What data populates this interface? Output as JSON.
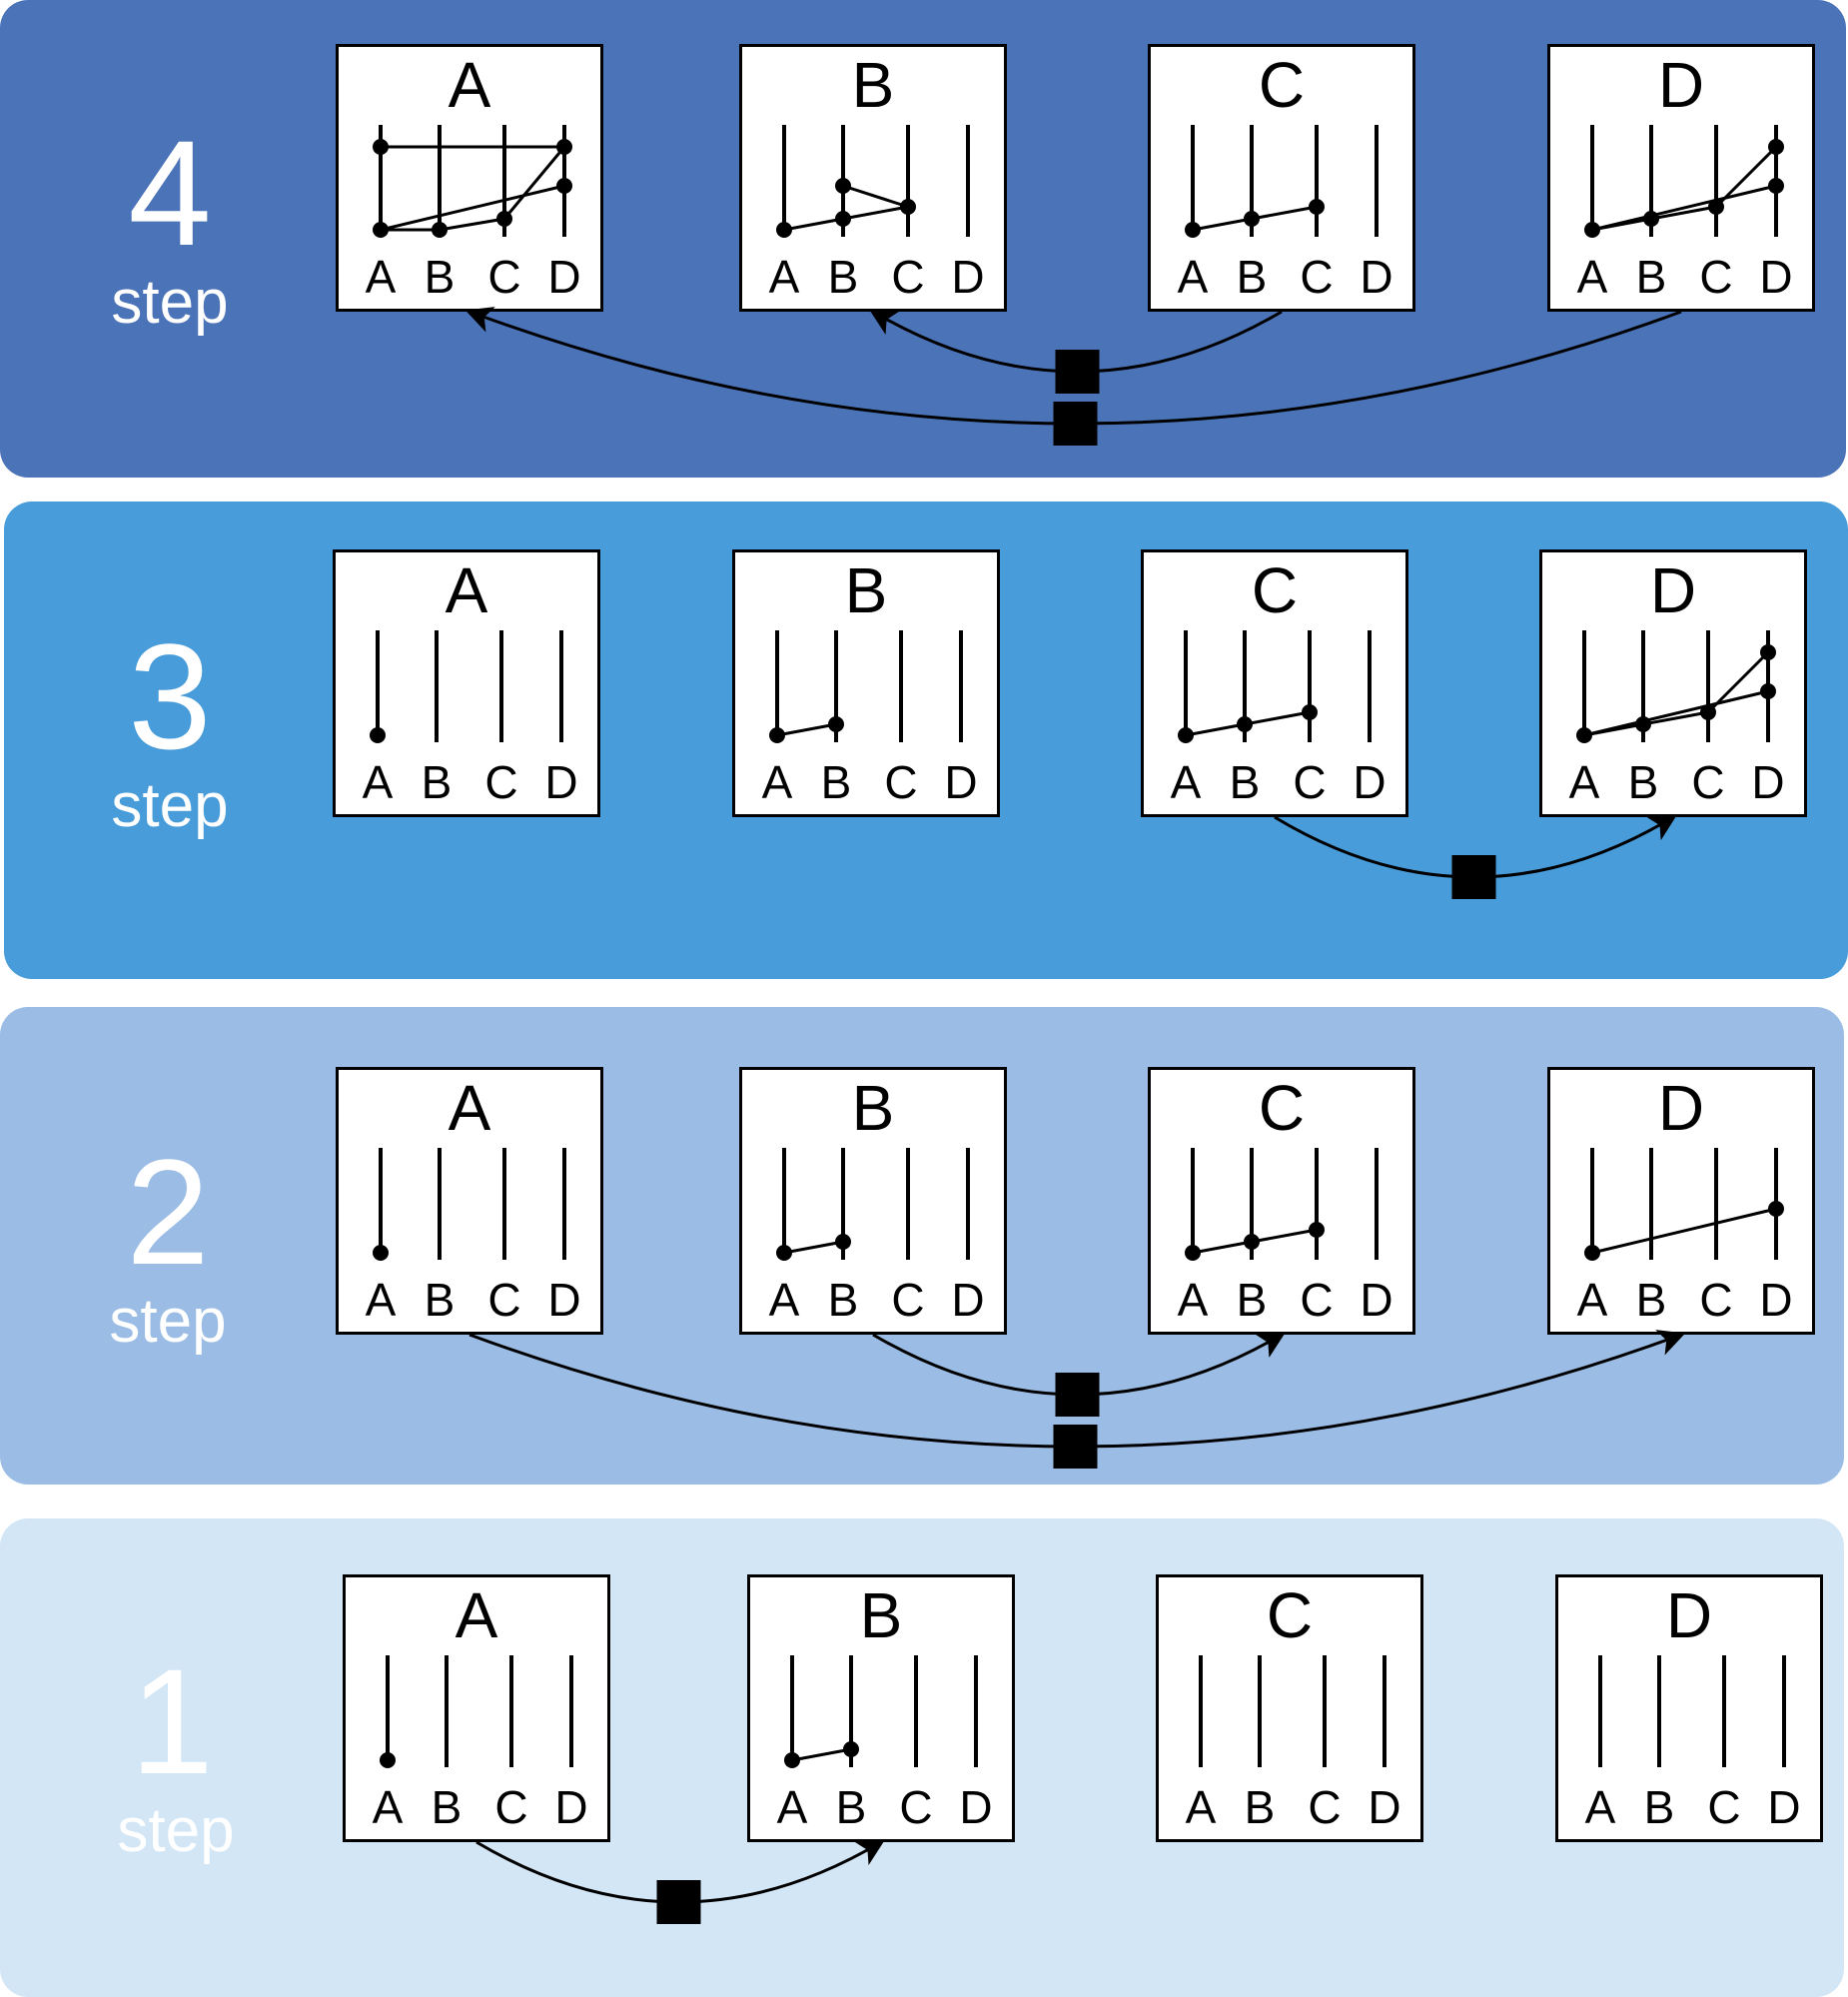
{
  "colors": {
    "step4": "#4b74b8",
    "step3": "#489cd9",
    "step2": "#9bbde5",
    "step1": "#d3e6f6",
    "ink": "#000000",
    "panel": "#ffffff"
  },
  "axes": [
    "A",
    "B",
    "C",
    "D"
  ],
  "steps": [
    {
      "number": "4",
      "word": "step",
      "nodes": [
        {
          "label": "A",
          "points": [
            [
              "A",
              1
            ],
            [
              "B",
              1
            ],
            [
              "C",
              2
            ],
            [
              "D",
              5
            ],
            [
              "D",
              4
            ],
            [
              "A",
              5
            ]
          ],
          "segments": [
            [
              0,
              1
            ],
            [
              1,
              2
            ],
            [
              2,
              3
            ],
            [
              0,
              4
            ],
            [
              3,
              5
            ]
          ]
        },
        {
          "label": "B",
          "points": [
            [
              "A",
              1
            ],
            [
              "B",
              2
            ],
            [
              "C",
              3
            ],
            [
              "B",
              4
            ]
          ],
          "segments": [
            [
              0,
              1
            ],
            [
              1,
              2
            ],
            [
              2,
              3
            ]
          ]
        },
        {
          "label": "C",
          "points": [
            [
              "A",
              1
            ],
            [
              "B",
              2
            ],
            [
              "C",
              3
            ]
          ],
          "segments": [
            [
              0,
              1
            ],
            [
              1,
              2
            ]
          ]
        },
        {
          "label": "D",
          "points": [
            [
              "A",
              1
            ],
            [
              "B",
              2
            ],
            [
              "C",
              3
            ],
            [
              "D",
              4
            ],
            [
              "D",
              5
            ]
          ],
          "segments": [
            [
              0,
              1
            ],
            [
              1,
              2
            ],
            [
              2,
              4
            ],
            [
              0,
              3
            ]
          ]
        }
      ]
    },
    {
      "number": "3",
      "word": "step",
      "nodes": [
        {
          "label": "A",
          "points": [
            [
              "A",
              1
            ]
          ],
          "segments": []
        },
        {
          "label": "B",
          "points": [
            [
              "A",
              1
            ],
            [
              "B",
              2
            ]
          ],
          "segments": [
            [
              0,
              1
            ]
          ]
        },
        {
          "label": "C",
          "points": [
            [
              "A",
              1
            ],
            [
              "B",
              2
            ],
            [
              "C",
              3
            ]
          ],
          "segments": [
            [
              0,
              1
            ],
            [
              1,
              2
            ]
          ]
        },
        {
          "label": "D",
          "points": [
            [
              "A",
              1
            ],
            [
              "B",
              2
            ],
            [
              "C",
              3
            ],
            [
              "D",
              4
            ],
            [
              "D",
              5
            ]
          ],
          "segments": [
            [
              0,
              1
            ],
            [
              1,
              2
            ],
            [
              2,
              4
            ],
            [
              0,
              3
            ]
          ]
        }
      ]
    },
    {
      "number": "2",
      "word": "step",
      "nodes": [
        {
          "label": "A",
          "points": [
            [
              "A",
              1
            ]
          ],
          "segments": []
        },
        {
          "label": "B",
          "points": [
            [
              "A",
              1
            ],
            [
              "B",
              2
            ]
          ],
          "segments": [
            [
              0,
              1
            ]
          ]
        },
        {
          "label": "C",
          "points": [
            [
              "A",
              1
            ],
            [
              "B",
              2
            ],
            [
              "C",
              3
            ]
          ],
          "segments": [
            [
              0,
              1
            ],
            [
              1,
              2
            ]
          ]
        },
        {
          "label": "D",
          "points": [
            [
              "A",
              1
            ],
            [
              "D",
              4
            ]
          ],
          "segments": [
            [
              0,
              1
            ]
          ]
        }
      ]
    },
    {
      "number": "1",
      "word": "step",
      "nodes": [
        {
          "label": "A",
          "points": [
            [
              "A",
              1
            ]
          ],
          "segments": []
        },
        {
          "label": "B",
          "points": [
            [
              "A",
              1
            ],
            [
              "B",
              2
            ]
          ],
          "segments": [
            [
              0,
              1
            ]
          ]
        },
        {
          "label": "C",
          "points": [],
          "segments": []
        },
        {
          "label": "D",
          "points": [],
          "segments": []
        }
      ]
    }
  ],
  "connections": [
    {
      "step": "4",
      "from": "C",
      "to": "B"
    },
    {
      "step": "4",
      "from": "D",
      "to": "A"
    },
    {
      "step": "3",
      "from": "C",
      "to": "D"
    },
    {
      "step": "2",
      "from": "B",
      "to": "C"
    },
    {
      "step": "2",
      "from": "A",
      "to": "D"
    },
    {
      "step": "1",
      "from": "A",
      "to": "B"
    }
  ]
}
